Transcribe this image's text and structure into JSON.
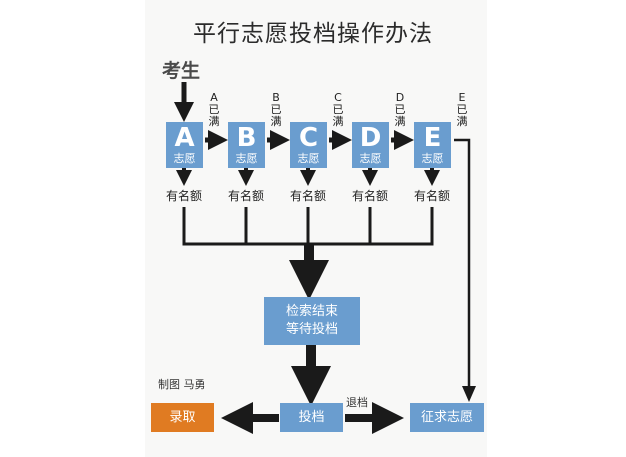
{
  "title": "平行志愿投档操作办法",
  "start": "考生",
  "volunteers": [
    {
      "letter": "A",
      "label": "志愿",
      "quota": "有名额",
      "full": [
        "A",
        "已",
        "满"
      ]
    },
    {
      "letter": "B",
      "label": "志愿",
      "quota": "有名额",
      "full": [
        "B",
        "已",
        "满"
      ]
    },
    {
      "letter": "C",
      "label": "志愿",
      "quota": "有名额",
      "full": [
        "C",
        "已",
        "满"
      ]
    },
    {
      "letter": "D",
      "label": "志愿",
      "quota": "有名额",
      "full": [
        "D",
        "已",
        "满"
      ]
    },
    {
      "letter": "E",
      "label": "志愿",
      "quota": "有名额",
      "full": [
        "E",
        "已",
        "满"
      ]
    }
  ],
  "search_box": {
    "line1": "检索结束",
    "line2": "等待投档"
  },
  "admit_box": "录取",
  "submit_box": "投档",
  "solicit_box": "征求志愿",
  "return_label": "退档",
  "credit": "制图  马勇",
  "colors": {
    "blue": "#6a9dcf",
    "orange": "#e07b22",
    "arrow": "#1a1a1a"
  }
}
